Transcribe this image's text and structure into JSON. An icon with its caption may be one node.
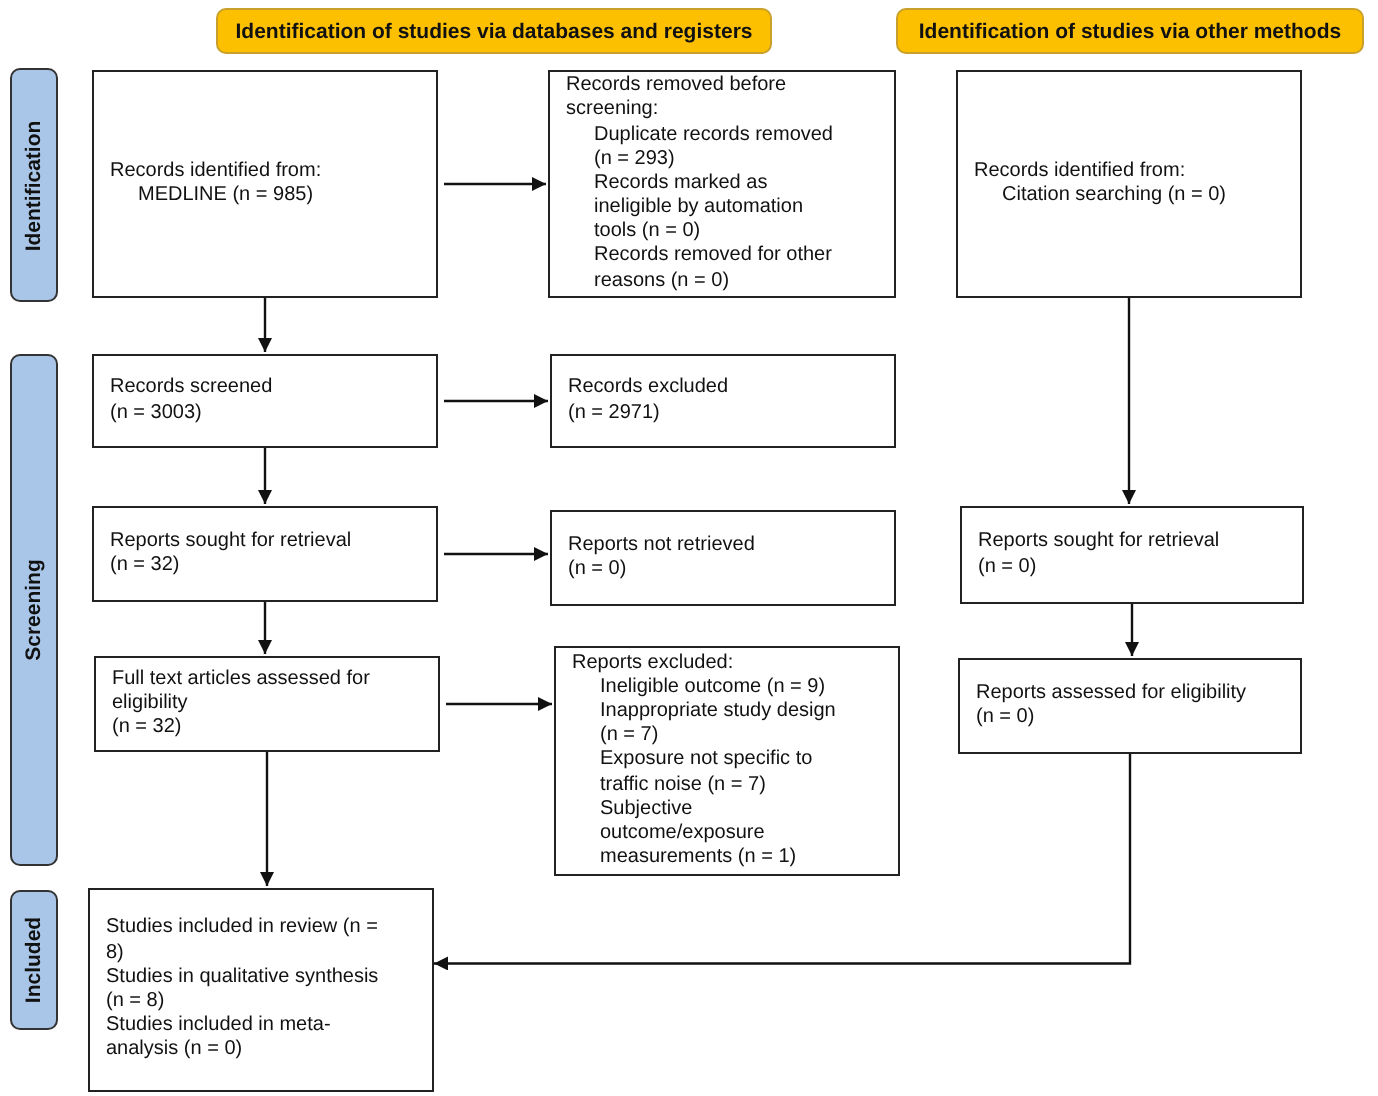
{
  "diagram": {
    "nodes": [
      {
        "text": [
          "Identification of studies via databases and registers"
        ]
      },
      {
        "text": [
          "Identification of studies via other methods"
        ]
      },
      {
        "text": [
          "Identification"
        ]
      },
      {
        "text": [
          "Screening"
        ]
      },
      {
        "text": [
          "Included"
        ]
      },
      {
        "text": [
          "Records identified from:",
          "MEDLINE (n = 985)"
        ]
      },
      {
        "text": [
          "Records removed before screening:",
          "Duplicate records removed (n = 293)",
          "Records marked as ineligible by automation tools (n = 0)",
          "Records removed for other reasons (n = 0)"
        ]
      },
      {
        "text": [
          "Records identified from:",
          "Citation searching (n = 0)"
        ]
      },
      {
        "text": [
          "Records screened",
          "(n = 3003)"
        ]
      },
      {
        "text": [
          "Records excluded",
          "(n = 2971)"
        ]
      },
      {
        "text": [
          "Reports sought for retrieval",
          "(n = 32)"
        ]
      },
      {
        "text": [
          "Reports not retrieved",
          "(n = 0)"
        ]
      },
      {
        "text": [
          "Reports sought for retrieval",
          "(n = 0)"
        ]
      },
      {
        "text": [
          "Full text articles assessed for eligibility",
          "(n = 32)"
        ]
      },
      {
        "text": [
          "Reports excluded:",
          "Ineligible outcome (n = 9)",
          "Inappropriate study design (n = 7)",
          "Exposure not specific to traffic noise (n = 7)",
          "Subjective outcome/exposure measurements (n = 1)"
        ]
      },
      {
        "text": [
          "Reports assessed for eligibility",
          "(n = 0)"
        ]
      },
      {
        "text": [
          "Studies included in review (n = 8)",
          "Studies in qualitative synthesis (n = 8)",
          "Studies included in meta-analysis (n = 0)"
        ]
      }
    ],
    "edges": [
      {
        "from": 5,
        "to": 6,
        "arrow": "to"
      },
      {
        "from": 5,
        "to": 8,
        "arrow": "to"
      },
      {
        "from": 8,
        "to": 9,
        "arrow": "to"
      },
      {
        "from": 8,
        "to": 10,
        "arrow": "to"
      },
      {
        "from": 10,
        "to": 11,
        "arrow": "to"
      },
      {
        "from": 10,
        "to": 13,
        "arrow": "to"
      },
      {
        "from": 13,
        "to": 14,
        "arrow": "to"
      },
      {
        "from": 13,
        "to": 16,
        "arrow": "to"
      },
      {
        "from": 7,
        "to": 12,
        "arrow": "to"
      },
      {
        "from": 12,
        "to": 15,
        "arrow": "to"
      },
      {
        "from": 15,
        "to": 16,
        "arrow": "to"
      }
    ]
  }
}
